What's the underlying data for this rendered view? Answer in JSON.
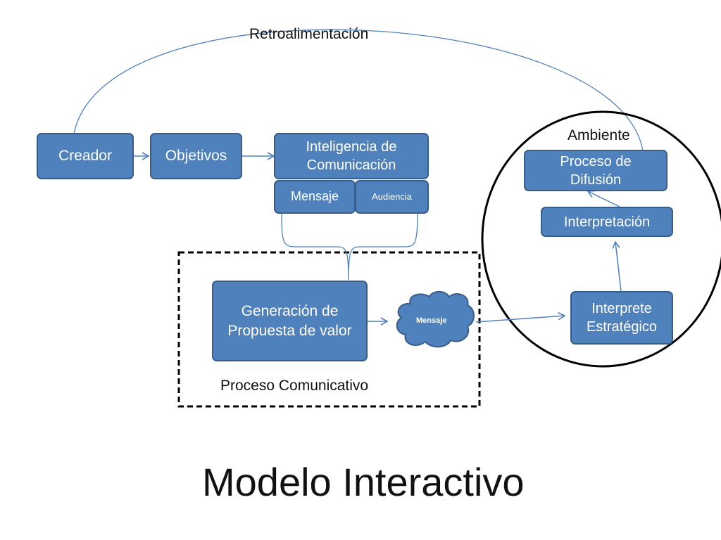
{
  "title": "Modelo Interactivo",
  "feedback_label": "Retroalimentación",
  "environment_label": "Ambiente",
  "process_label": "Proceso Comunicativo",
  "nodes": {
    "creador": "Creador",
    "objetivos": "Objetivos",
    "inteligencia": "Inteligencia de Comunicación",
    "mensaje": "Mensaje",
    "audiencia": "Audiencia",
    "generacion": "Generación de Propuesta de valor",
    "mensaje_cloud": "Mensaje",
    "interprete": "Interprete Estratégico",
    "interpretacion": "Interpretación",
    "difusion": "Proceso de Difusión"
  },
  "colors": {
    "box_fill": "#4f81bd",
    "box_border": "#385d8a",
    "arrow": "#4f81bd",
    "text": "#111111"
  }
}
